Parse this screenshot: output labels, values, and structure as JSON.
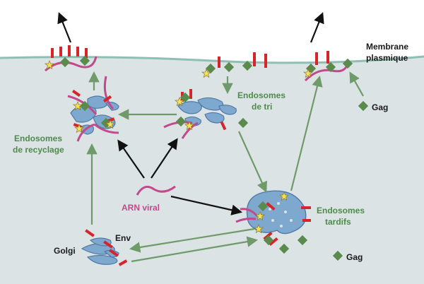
{
  "labels": {
    "membrane_line1": "Membrane",
    "membrane_line2": "plasmique",
    "sorting_line1": "Endosomes",
    "sorting_line2": "de tri",
    "recycling_line1": "Endosomes",
    "recycling_line2": "de recyclage",
    "viral_rna": "ARN viral",
    "late_line1": "Endosomes",
    "late_line2": "tardifs",
    "golgi": "Golgi",
    "env": "Env",
    "gag_top": "Gag",
    "gag_bottom": "Gag"
  },
  "colors": {
    "cytoplasm": "#dbe3e5",
    "membrane_line": "#8fbfb4",
    "organelle": "#7fa8cf",
    "organelle_stroke": "#4f7aa6",
    "env_protein": "#d6242a",
    "gag_protein": "#5a8a4c",
    "rna": "#c24a8c",
    "star": "#f6e05a",
    "green_arrow": "#6f9a6a",
    "black_arrow": "#111111"
  },
  "icons": [
    "env-protein-icon",
    "gag-protein-icon",
    "star-icon",
    "rna-strand-icon"
  ]
}
